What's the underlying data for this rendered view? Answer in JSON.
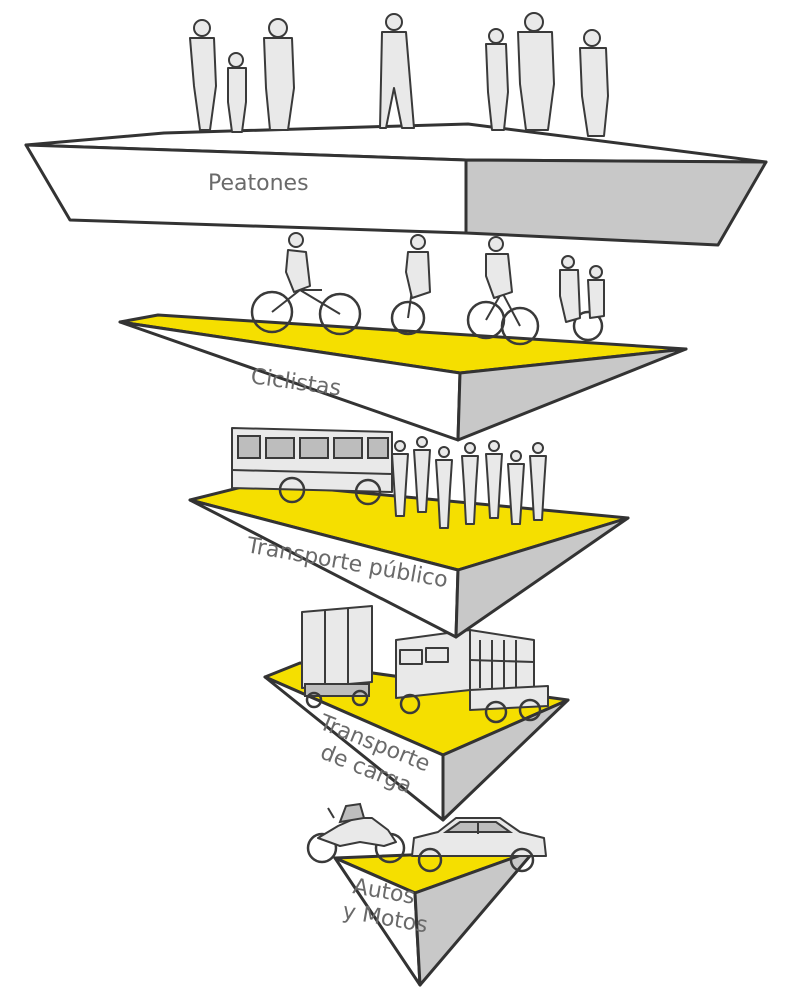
{
  "colors": {
    "accent_yellow": "#f5df00",
    "side_gray": "#c8c8c8",
    "outline": "#333333",
    "label_gray": "#6a6a6a"
  },
  "levels": [
    {
      "label_lines": [
        "Peatones"
      ],
      "icon": "pedestrians-icon"
    },
    {
      "label_lines": [
        "Ciclistas"
      ],
      "icon": "cyclists-icon"
    },
    {
      "label_lines": [
        "Transporte público"
      ],
      "icon": "bus-and-passengers-icon"
    },
    {
      "label_lines": [
        "Transporte",
        "de carga"
      ],
      "icon": "trucks-icon"
    },
    {
      "label_lines": [
        "Autos",
        "y Motos"
      ],
      "icon": "car-and-motorcycle-icon"
    }
  ]
}
